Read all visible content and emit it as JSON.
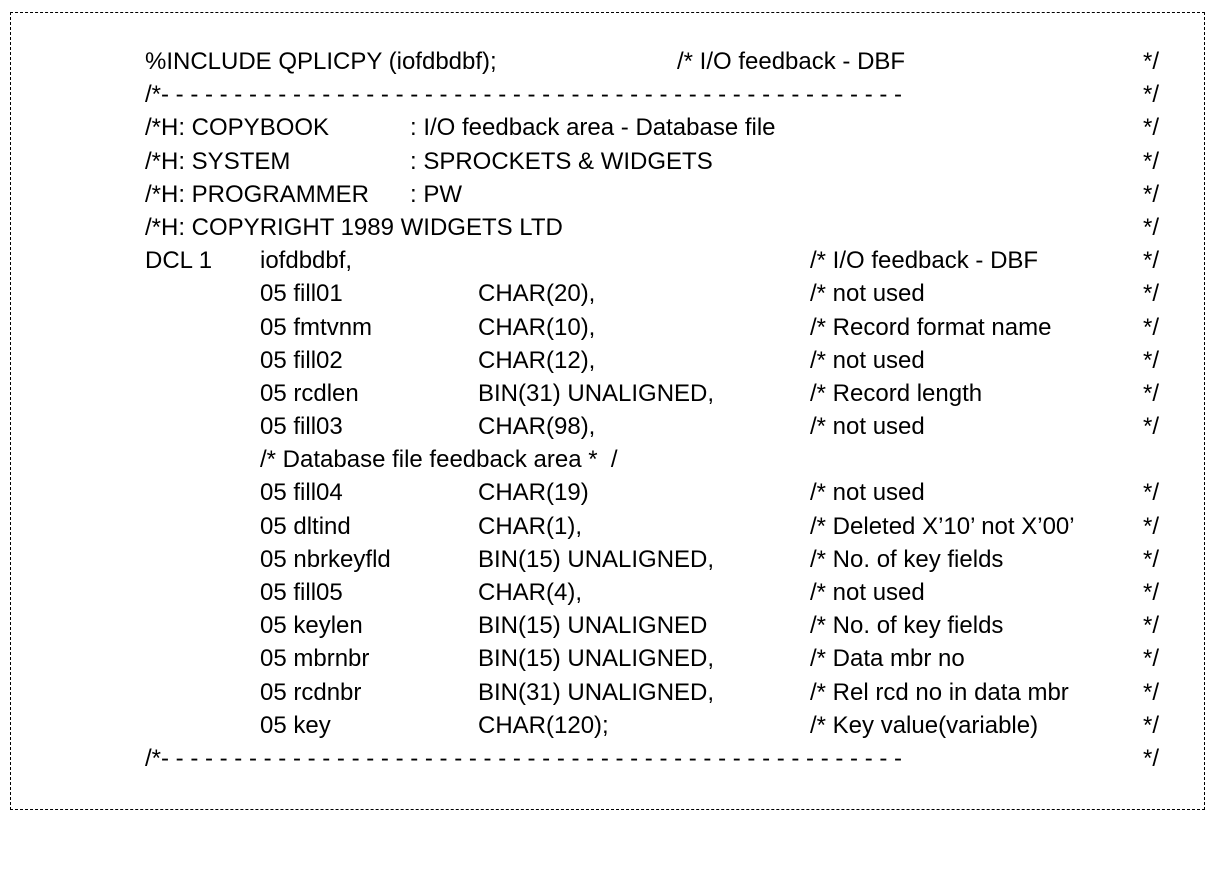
{
  "include": {
    "statement": "%INCLUDE QPLICPY (iofdbdbf);",
    "comment": "/* I/O feedback - DBF",
    "close": "*/"
  },
  "rule": {
    "text": "/*- - - - - - - - - - - - - - - - - - - - - - - - - - - - - - - - - - - - - - - - - - - - - - - - - - -",
    "close": "*/"
  },
  "header": [
    {
      "key": "/*H: COPYBOOK",
      "value": ": I/O feedback area - Database file",
      "close": "*/"
    },
    {
      "key": "/*H: SYSTEM",
      "value": ": SPROCKETS & WIDGETS",
      "close": "*/"
    },
    {
      "key": "/*H: PROGRAMMER",
      "value": ": PW",
      "close": "*/"
    },
    {
      "key": "/*H: COPYRIGHT 1989 WIDGETS LTD",
      "value": "",
      "close": "*/"
    }
  ],
  "dcl": {
    "keyword": "DCL 1",
    "name": "iofdbdbf,",
    "comment": "/* I/O feedback - DBF",
    "close": "*/"
  },
  "fields_a": [
    {
      "name": "05 fill01",
      "type": "CHAR(20),",
      "comment": "/* not used",
      "close": "*/"
    },
    {
      "name": "05 fmtvnm",
      "type": "CHAR(10),",
      "comment": "/* Record format name",
      "close": "*/"
    },
    {
      "name": "05 fill02",
      "type": "CHAR(12),",
      "comment": "/* not used",
      "close": "*/"
    },
    {
      "name": "05 rcdlen",
      "type": "BIN(31) UNALIGNED,",
      "comment": "/* Record length",
      "close": "*/"
    },
    {
      "name": "05 fill03",
      "type": "CHAR(98),",
      "comment": "/* not used",
      "close": "*/"
    }
  ],
  "section_comment": "/* Database file feedback area *  /",
  "fields_b": [
    {
      "name": "05 fill04",
      "type": "CHAR(19)",
      "comment": "/* not used",
      "close": "*/"
    },
    {
      "name": "05 dltind",
      "type": "CHAR(1),",
      "comment": "/* Deleted X’10’ not X’00’",
      "close": "*/"
    },
    {
      "name": "05 nbrkeyfld",
      "type": "BIN(15) UNALIGNED,",
      "comment": "/* No. of key fields",
      "close": "*/"
    },
    {
      "name": "05 fill05",
      "type": "CHAR(4),",
      "comment": "/* not used",
      "close": "*/"
    },
    {
      "name": "05 keylen",
      "type": "BIN(15) UNALIGNED",
      "comment": "/* No. of key fields",
      "close": "*/"
    },
    {
      "name": "05 mbrnbr",
      "type": "BIN(15) UNALIGNED,",
      "comment": "/* Data mbr no",
      "close": "*/"
    },
    {
      "name": "05 rcdnbr",
      "type": "BIN(31) UNALIGNED,",
      "comment": "/* Rel rcd no in data mbr",
      "close": "*/"
    },
    {
      "name": "05 key",
      "type": "CHAR(120);",
      "comment": "/* Key value(variable)",
      "close": "*/"
    }
  ]
}
